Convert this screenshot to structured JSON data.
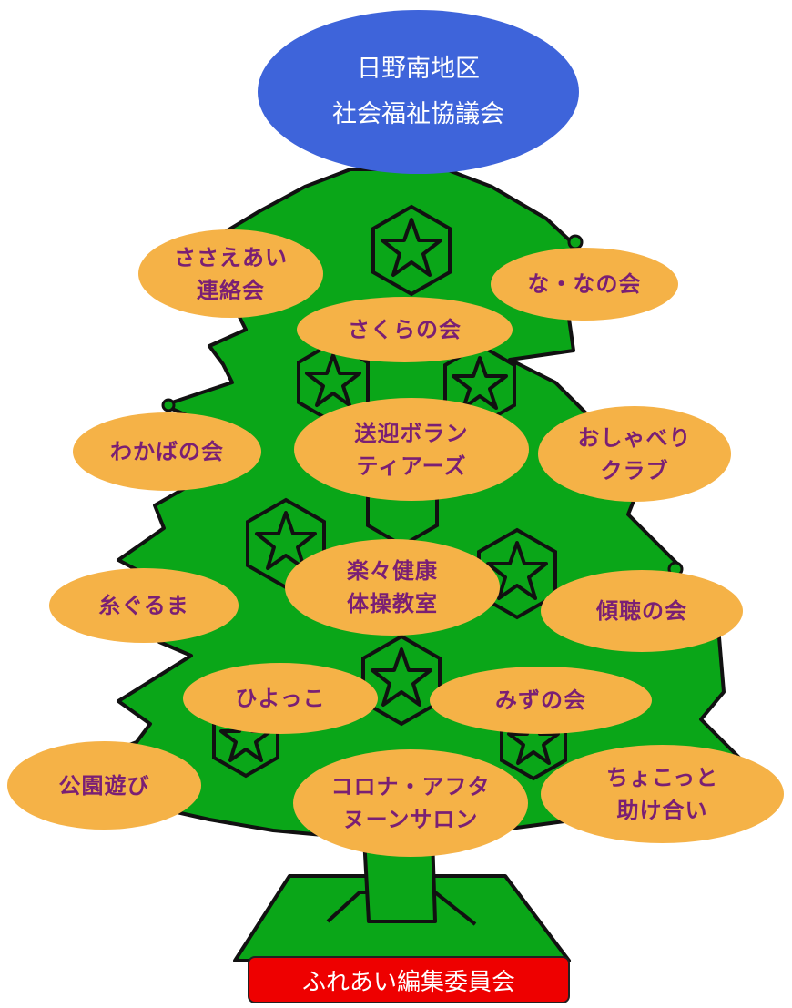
{
  "organization": {
    "line1": "日野南地区",
    "line2": "社会福祉協議会"
  },
  "groups": {
    "sasaeai": {
      "line1": "ささえあい",
      "line2": "連絡会"
    },
    "nanano": {
      "line1": "な・なの会"
    },
    "sakura": {
      "line1": "さくらの会"
    },
    "wakaba": {
      "line1": "わかばの会"
    },
    "sougei": {
      "line1": "送迎ボラン",
      "line2": "ティアーズ"
    },
    "oshaberi": {
      "line1": "おしゃべり",
      "line2": "クラブ"
    },
    "itoguruma": {
      "line1": "糸ぐるま"
    },
    "rakuraku": {
      "line1": "楽々健康",
      "line2": "体操教室"
    },
    "keichou": {
      "line1": "傾聴の会"
    },
    "hiyokko": {
      "line1": "ひよっこ"
    },
    "mizu": {
      "line1": "みずの会"
    },
    "kouen": {
      "line1": "公園遊び"
    },
    "corona": {
      "line1": "コロナ・アフタ",
      "line2": "ヌーンサロン"
    },
    "chokotto": {
      "line1": "ちょこっと",
      "line2": "助け合い"
    }
  },
  "footer": {
    "label": "ふれあい編集委員会"
  },
  "colors": {
    "tree": "#0AA618",
    "outline": "#111111",
    "group_oval": "#F5B247",
    "group_text": "#7A1F74",
    "top_oval": "#3E64DA",
    "footer": "#EE0000"
  }
}
